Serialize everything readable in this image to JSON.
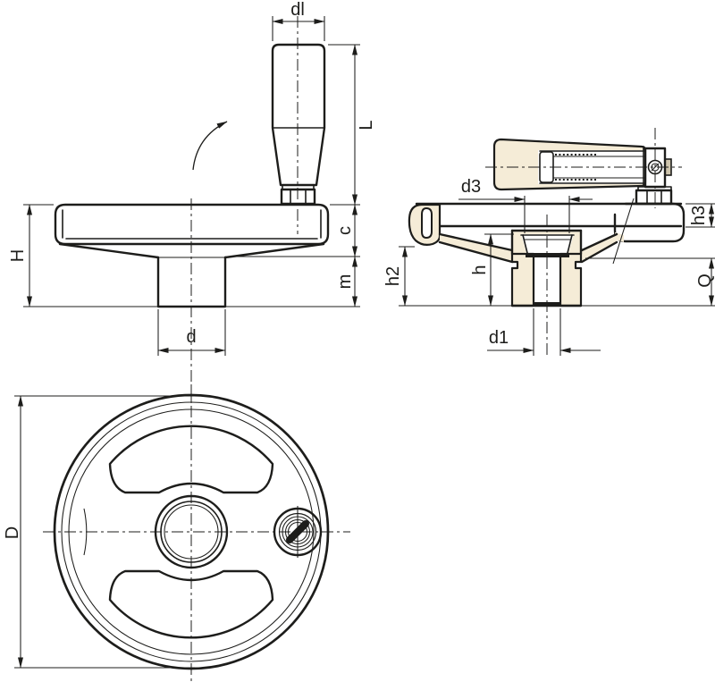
{
  "drawing": {
    "kind": "handwheel technical drawing, three orthographic views",
    "background": "#ffffff",
    "line_color": "#1d1d1b",
    "section_fill": "#f5ecd7",
    "views": {
      "side_view": {
        "name": "side elevation with revolving handle",
        "dims": {
          "dl": "dl",
          "L": "L",
          "c": "c",
          "m": "m",
          "H": "H",
          "d": "d"
        }
      },
      "section_view": {
        "name": "axial cross-section with folded handle",
        "dims": {
          "d3": "d3",
          "h3": "h3",
          "h2": "h2",
          "h": "h",
          "Q": "Q",
          "d1": "d1"
        }
      },
      "front_view": {
        "name": "front face of handwheel",
        "dims": {
          "D": "D"
        }
      }
    }
  }
}
